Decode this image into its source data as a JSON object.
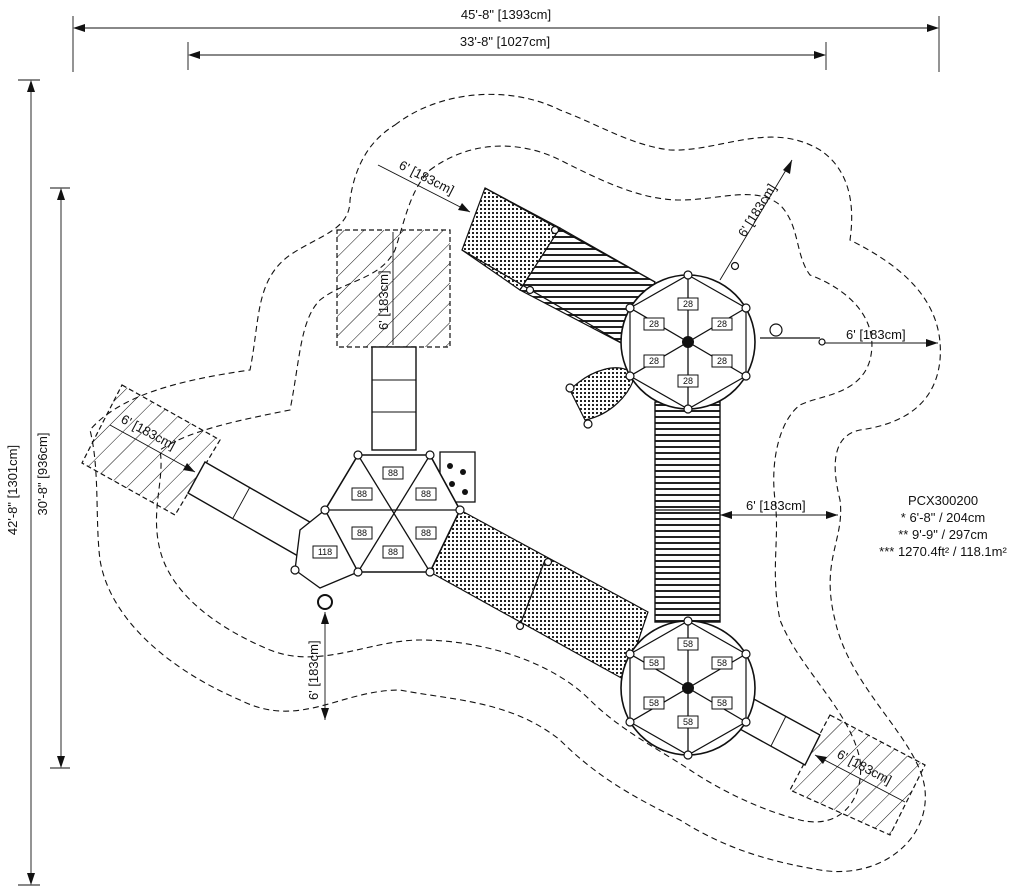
{
  "dimensions": {
    "overall_width": "45'-8\" [1393cm]",
    "structure_width": "33'-8\" [1027cm]",
    "overall_depth": "42'-8\" [1301cm]",
    "structure_depth": "30'-8\" [936cm]",
    "clearance": "6' [183cm]"
  },
  "deck_heights": {
    "top_hub": "28",
    "bottom_hub": "58",
    "left_hub": "88",
    "left_hub_side": "118"
  },
  "spec": {
    "model": "PCX300200",
    "line1": "* 6'-8\" / 204cm",
    "line2": "** 9'-9\" / 297cm",
    "line3": "*** 1270.4ft² / 118.1m²"
  }
}
